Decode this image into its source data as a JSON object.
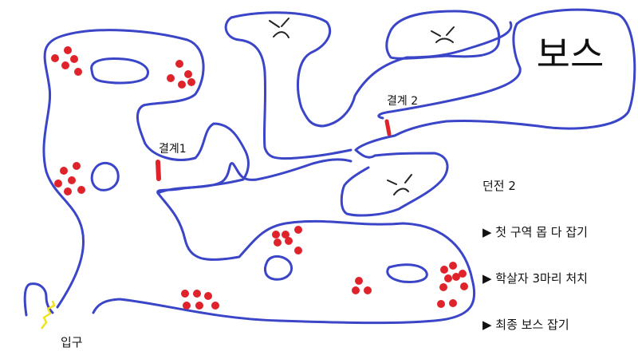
{
  "map": {
    "barrier_1_label": "결계1",
    "barrier_2_label": "결계 2",
    "boss_room_text": "보스",
    "entrance_label": "입구"
  },
  "legend": {
    "title": "던전 2",
    "items": [
      "▶ 첫 구역 몹 다 잡기",
      "▶ 학살자 3마리 처치",
      "▶ 최종 보스 잡기"
    ]
  },
  "colors": {
    "wall": "#3a45c8",
    "monster": "#e0232b",
    "barrier": "#e0232b",
    "entrance_mark": "#f2e21a"
  }
}
